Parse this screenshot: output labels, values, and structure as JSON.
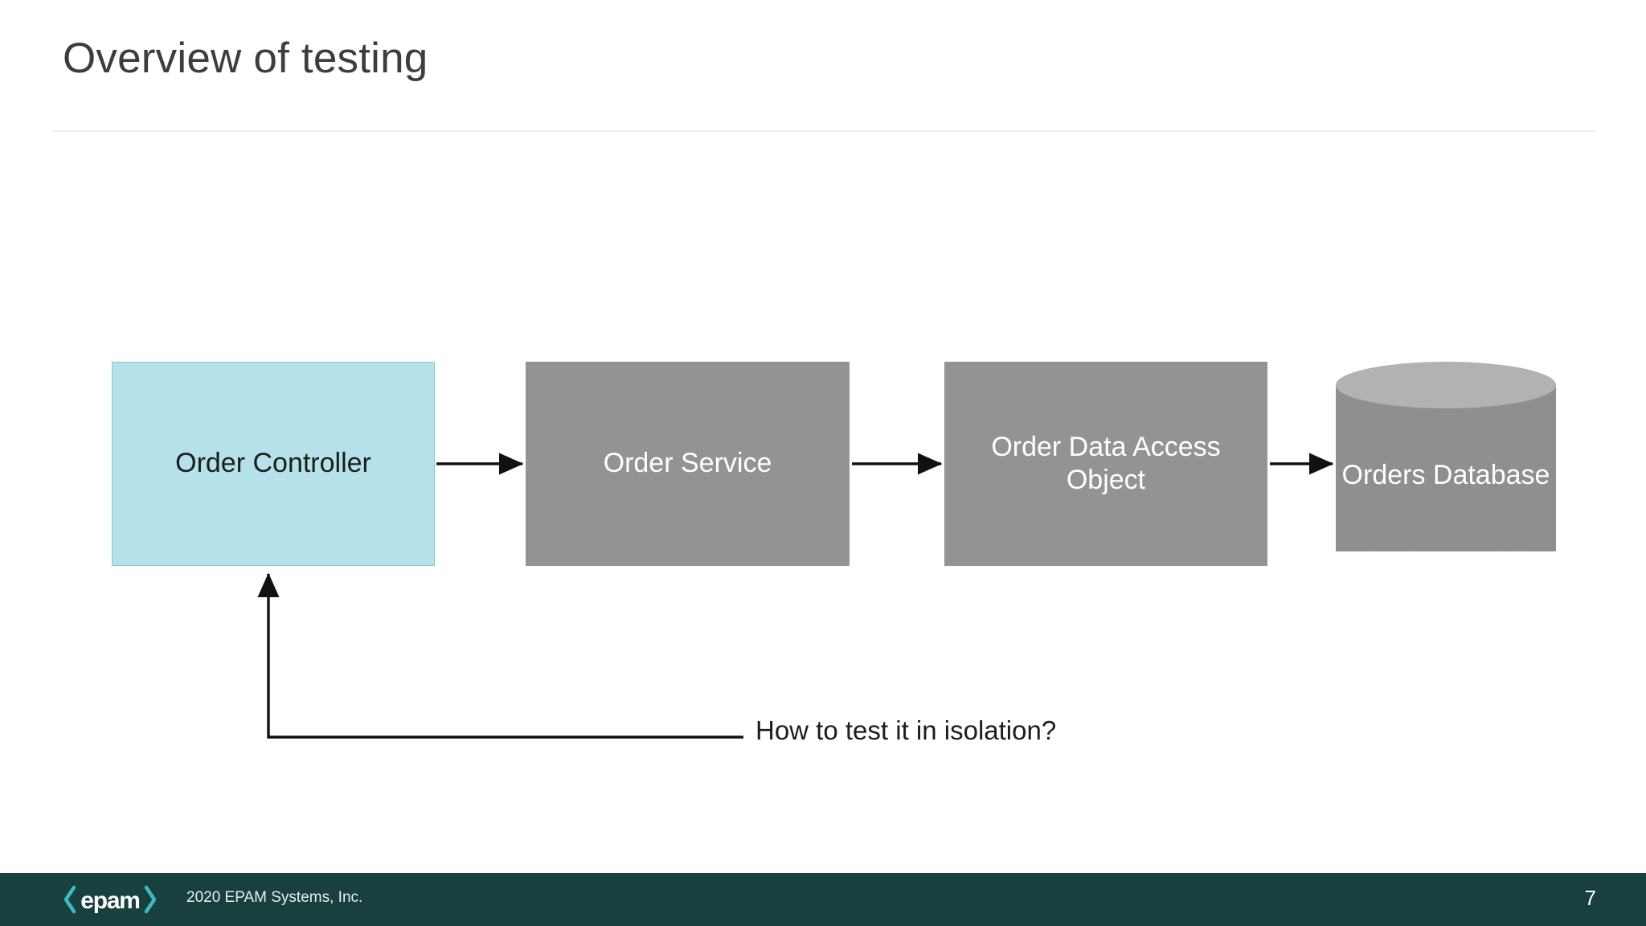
{
  "slide": {
    "title": "Overview of testing",
    "page_number": "7",
    "background_color": "#ffffff"
  },
  "diagram": {
    "type": "flow",
    "nodes": [
      {
        "id": "order-controller",
        "label": "Order Controller",
        "shape": "rectangle",
        "fill": "#b4e1ea",
        "border": "#86c7d6",
        "text_color": "#1d1d1d",
        "highlighted": true
      },
      {
        "id": "order-service",
        "label": "Order Service",
        "shape": "rectangle",
        "fill": "#939393",
        "text_color": "#ffffff",
        "highlighted": false
      },
      {
        "id": "order-dao",
        "label": "Order Data Access Object",
        "shape": "rectangle",
        "fill": "#939393",
        "text_color": "#ffffff",
        "highlighted": false
      },
      {
        "id": "orders-database",
        "label": "Orders Database",
        "shape": "cylinder",
        "fill": "#8f8f8f",
        "top_fill": "#b2b2b2",
        "text_color": "#ffffff",
        "highlighted": false
      }
    ],
    "edges": [
      {
        "from": "order-controller",
        "to": "order-service",
        "style": "arrow"
      },
      {
        "from": "order-service",
        "to": "order-dao",
        "style": "arrow"
      },
      {
        "from": "order-dao",
        "to": "orders-database",
        "style": "arrow"
      },
      {
        "from": "callout",
        "to": "order-controller",
        "style": "elbow-arrow"
      }
    ],
    "callout": {
      "text": "How to test it in isolation?",
      "target": "order-controller"
    }
  },
  "footer": {
    "logo_name": "epam-logo",
    "logo_wordmark": "epam",
    "bracket_left": "‹",
    "bracket_right": "›",
    "copyright": "2020 EPAM Systems, Inc.",
    "background_color": "#17403f",
    "accent_color": "#3fb9c5"
  }
}
